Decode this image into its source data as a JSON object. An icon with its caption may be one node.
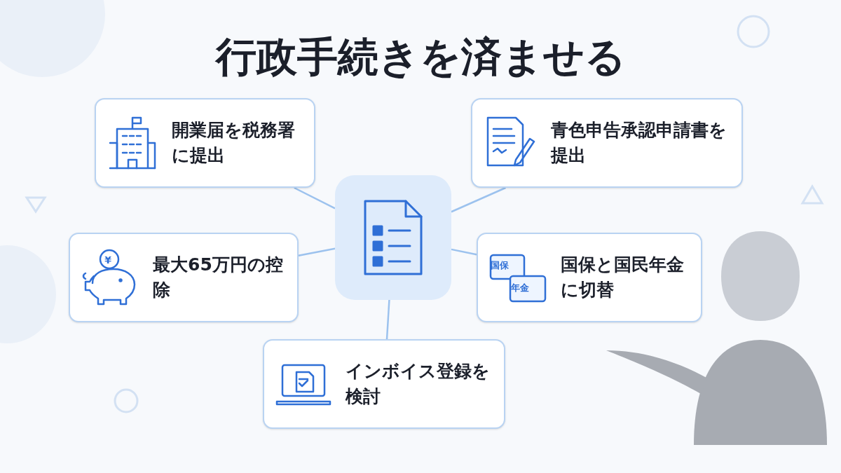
{
  "diagram": {
    "title": "行政手続きを済ませる",
    "nodes": [
      {
        "text": [],
        "shape": "box"
      },
      {
        "text": [
          "開業届を税務署に提出"
        ]
      },
      {
        "text": [
          "青色申告承認申請書を提出"
        ]
      },
      {
        "text": [
          "最大65万円の控除"
        ]
      },
      {
        "text": [
          "国保と国民年金に切替"
        ]
      },
      {
        "text": [
          "インボイス登録を検討"
        ]
      }
    ],
    "edges": [
      {
        "from": 0,
        "to": 1,
        "arrow": "none"
      },
      {
        "from": 0,
        "to": 2,
        "arrow": "none"
      },
      {
        "from": 0,
        "to": 3,
        "arrow": "none"
      },
      {
        "from": 0,
        "to": 4,
        "arrow": "none"
      },
      {
        "from": 0,
        "to": 5,
        "arrow": "none"
      }
    ],
    "labels": [
      "¥",
      "国保",
      "年金"
    ]
  }
}
